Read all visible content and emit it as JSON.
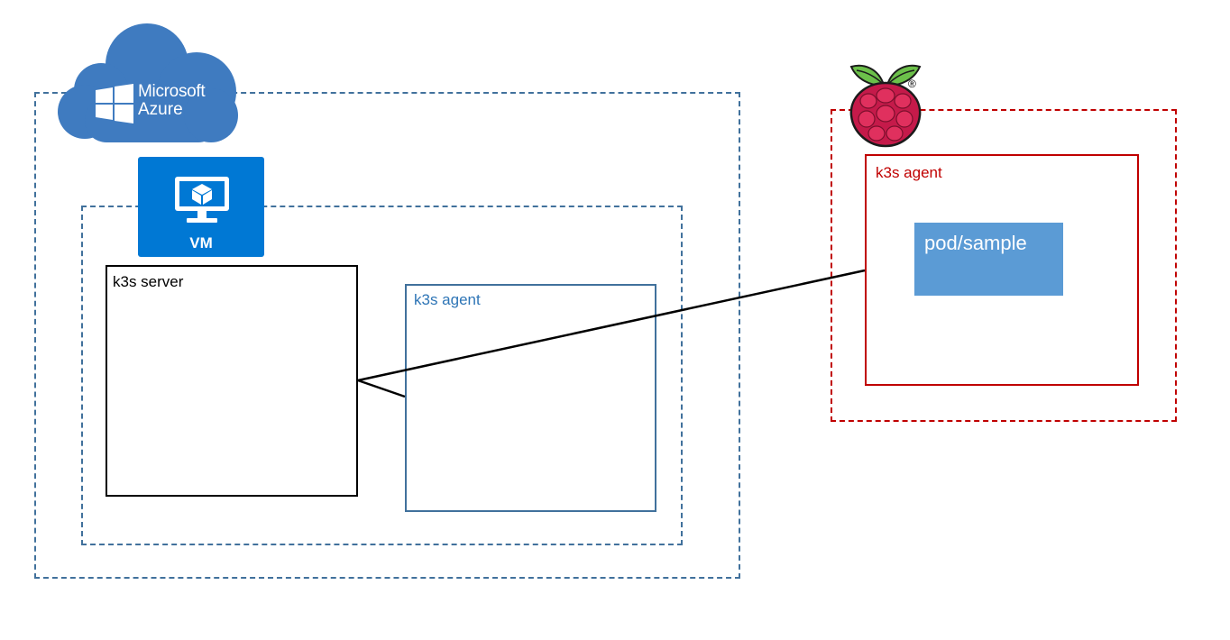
{
  "azure": {
    "logo_line1": "Microsoft",
    "logo_line2": "Azure",
    "icon": "azure-cloud-icon",
    "border_color": "#41719c"
  },
  "vm": {
    "label": "VM",
    "icon": "vm-monitor-icon",
    "color": "#0078d4"
  },
  "server": {
    "label": "k3s server",
    "border_color": "#000000"
  },
  "azure_agent": {
    "label": "k3s agent",
    "color": "#41719c"
  },
  "pi": {
    "icon": "raspberry-pi-icon",
    "registered": "®",
    "border_color": "#c00000"
  },
  "pi_agent": {
    "label": "k3s agent",
    "color": "#c00000"
  },
  "pod": {
    "label": "pod/sample",
    "fill": "#5b9bd5"
  }
}
